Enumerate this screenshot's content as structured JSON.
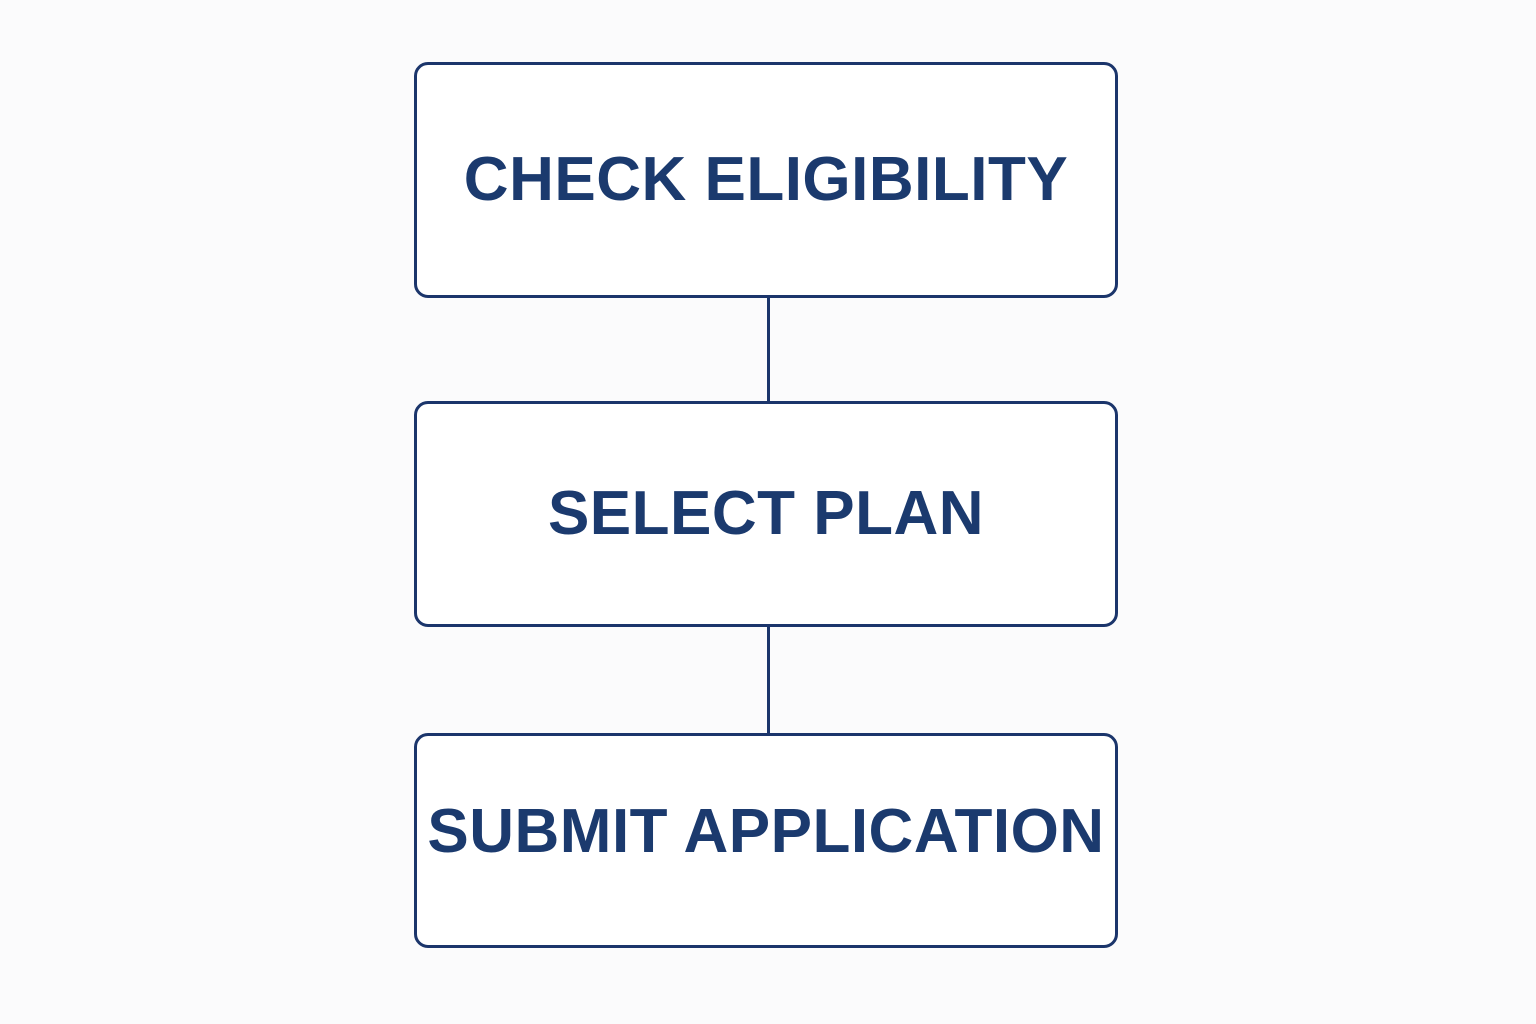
{
  "diagram": {
    "type": "flowchart",
    "orientation": "vertical",
    "title": "",
    "background_color": "#fbfbfc",
    "accent_color": "#1b356b",
    "text_color": "#1b3a6e",
    "node_fill": "#ffffff",
    "nodes": [
      {
        "id": "check-eligibility",
        "label": "CHECK ELIGIBILITY",
        "shape": "rounded-rectangle",
        "step": 1
      },
      {
        "id": "select-plan",
        "label": "SELECT PLAN",
        "shape": "rounded-rectangle",
        "step": 2
      },
      {
        "id": "submit-application",
        "label": "SUBMIT APPLICATION",
        "shape": "rounded-rectangle",
        "step": 3
      }
    ],
    "edges": [
      {
        "from": "check-eligibility",
        "to": "select-plan",
        "style": "solid-line",
        "arrowhead": "none"
      },
      {
        "from": "select-plan",
        "to": "submit-application",
        "style": "solid-line",
        "arrowhead": "none"
      }
    ]
  }
}
